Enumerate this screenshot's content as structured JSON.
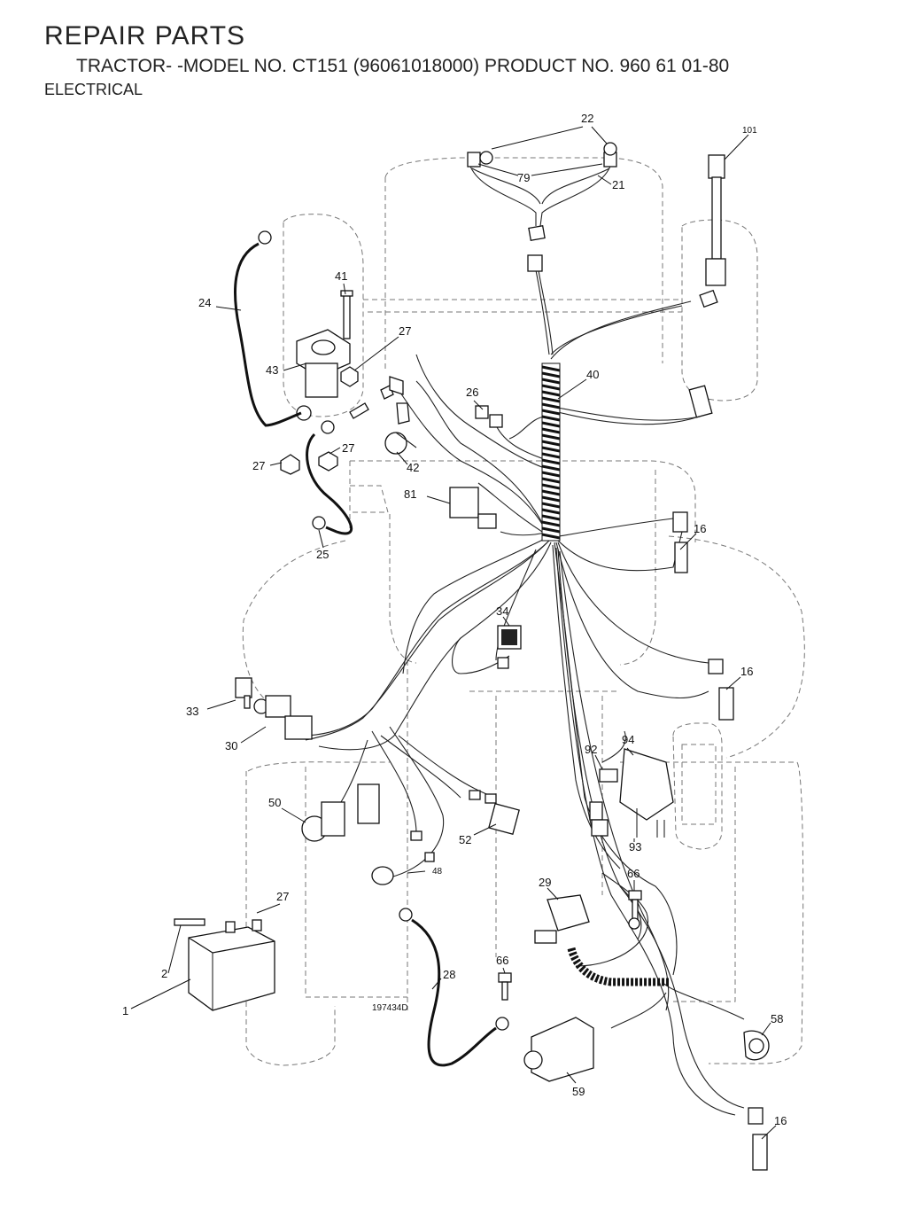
{
  "header": {
    "title": "REPAIR PARTS",
    "subtitle": "TRACTOR- -MODEL NO. CT151 (96061018000) PRODUCT NO. 960 61 01-80",
    "section": "ELECTRICAL"
  },
  "drawing_number": "197434D",
  "callouts": {
    "c22": "22",
    "c101": "101",
    "c79": "79",
    "c21": "21",
    "c41": "41",
    "c24": "24",
    "c27a": "27",
    "c43": "43",
    "c40": "40",
    "c26": "26",
    "c27b": "27",
    "c27c": "27",
    "c42": "42",
    "c81": "81",
    "c25": "25",
    "c16a": "16",
    "c34": "34",
    "c16b": "16",
    "c33": "33",
    "c30": "30",
    "c94": "94",
    "c92": "92",
    "c50": "50",
    "c52": "52",
    "c93": "93",
    "c48": "48",
    "c29": "29",
    "c66a": "66",
    "c27d": "27",
    "c2": "2",
    "c66b": "66",
    "c28": "28",
    "c1": "1",
    "c58": "58",
    "c59": "59",
    "c16c": "16"
  }
}
